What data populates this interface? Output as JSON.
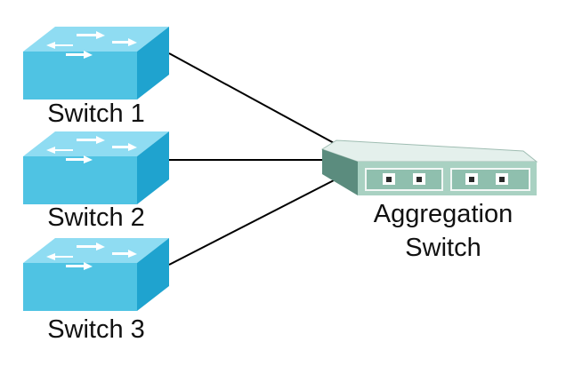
{
  "diagram": {
    "switches": [
      {
        "label": "Switch 1"
      },
      {
        "label": "Switch 2"
      },
      {
        "label": "Switch 3"
      }
    ],
    "aggregation": {
      "label_line1": "Aggregation",
      "label_line2": "Switch"
    }
  },
  "colors": {
    "switch_top": "#8fdcf2",
    "switch_front": "#4fc3e3",
    "switch_side": "#1fa3cf",
    "arrow": "#ffffff",
    "link": "#000000",
    "agg_top": "#e4f0ec",
    "agg_front": "#a9d1c2",
    "agg_side": "#5b8c7e",
    "port_frame": "#f2f7f5",
    "port_dark": "#2a2a2a"
  },
  "icons": {
    "access_switch": "switch-icon",
    "aggregation_switch": "aggregation-switch-icon"
  }
}
